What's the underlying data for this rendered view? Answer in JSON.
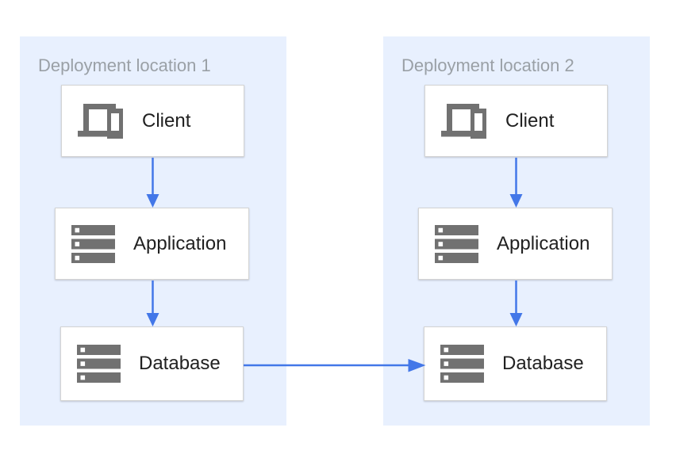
{
  "colors": {
    "panel_background": "#e8f0fe",
    "node_background": "#ffffff",
    "node_border": "#d4d4d4",
    "arrow": "#4377e8",
    "icon": "#717171",
    "title_text": "#9aa0a6",
    "label_text": "#212121"
  },
  "locations": [
    {
      "title": "Deployment location 1",
      "nodes": [
        {
          "label": "Client",
          "icon": "devices-icon"
        },
        {
          "label": "Application",
          "icon": "server-stack-icon"
        },
        {
          "label": "Database",
          "icon": "server-stack-icon"
        }
      ]
    },
    {
      "title": "Deployment location 2",
      "nodes": [
        {
          "label": "Client",
          "icon": "devices-icon"
        },
        {
          "label": "Application",
          "icon": "server-stack-icon"
        },
        {
          "label": "Database",
          "icon": "server-stack-icon"
        }
      ]
    }
  ],
  "connections": [
    {
      "from": "location-1-client",
      "to": "location-1-application",
      "direction": "down"
    },
    {
      "from": "location-1-application",
      "to": "location-1-database",
      "direction": "down"
    },
    {
      "from": "location-2-client",
      "to": "location-2-application",
      "direction": "down"
    },
    {
      "from": "location-2-application",
      "to": "location-2-database",
      "direction": "down"
    },
    {
      "from": "location-1-database",
      "to": "location-2-database",
      "direction": "right"
    }
  ]
}
